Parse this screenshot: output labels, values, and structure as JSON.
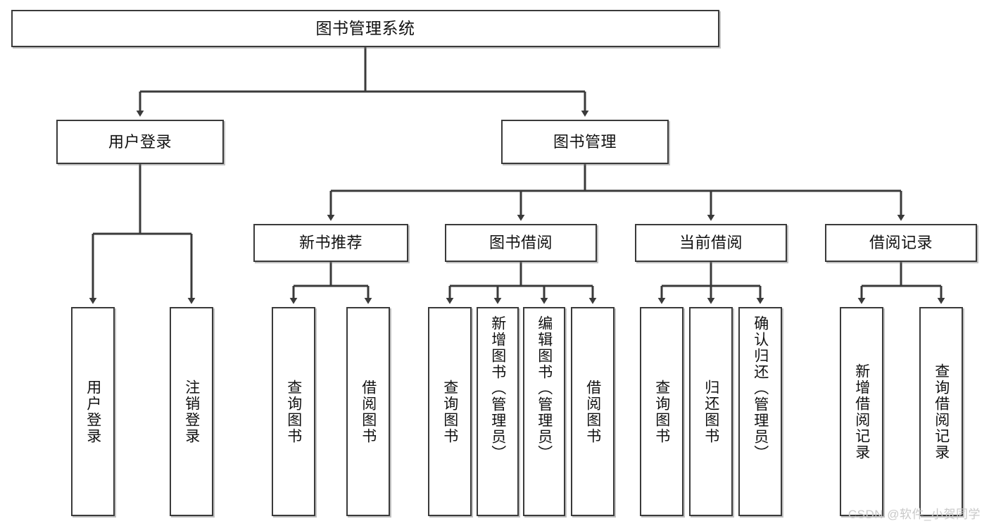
{
  "diagram": {
    "title": "图书管理系统",
    "type": "hierarchy-tree",
    "line_color": "#3a3a3a",
    "box_fill": "#ffffff",
    "text_color": "#111111",
    "watermark": "CSDN @软件_小贺同学"
  },
  "nodes": {
    "root": {
      "label": "图书管理系统"
    },
    "level2": [
      {
        "label": "用户登录"
      },
      {
        "label": "图书管理"
      }
    ],
    "level3": [
      {
        "label": "新书推荐"
      },
      {
        "label": "图书借阅"
      },
      {
        "label": "当前借阅"
      },
      {
        "label": "借阅记录"
      }
    ],
    "leaves": {
      "user_login": [
        {
          "label": "用户登录"
        },
        {
          "label": "注销登录"
        }
      ],
      "new_book": [
        {
          "label": "查询图书"
        },
        {
          "label": "借阅图书"
        }
      ],
      "borrow": [
        {
          "label": "查询图书"
        },
        {
          "label": "新增图书（管理员）"
        },
        {
          "label": "编辑图书（管理员）"
        },
        {
          "label": "借阅图书"
        }
      ],
      "current": [
        {
          "label": "查询图书"
        },
        {
          "label": "归还图书"
        },
        {
          "label": "确认归还（管理员）"
        }
      ],
      "records": [
        {
          "label": "新增借阅记录"
        },
        {
          "label": "查询借阅记录"
        }
      ]
    }
  }
}
